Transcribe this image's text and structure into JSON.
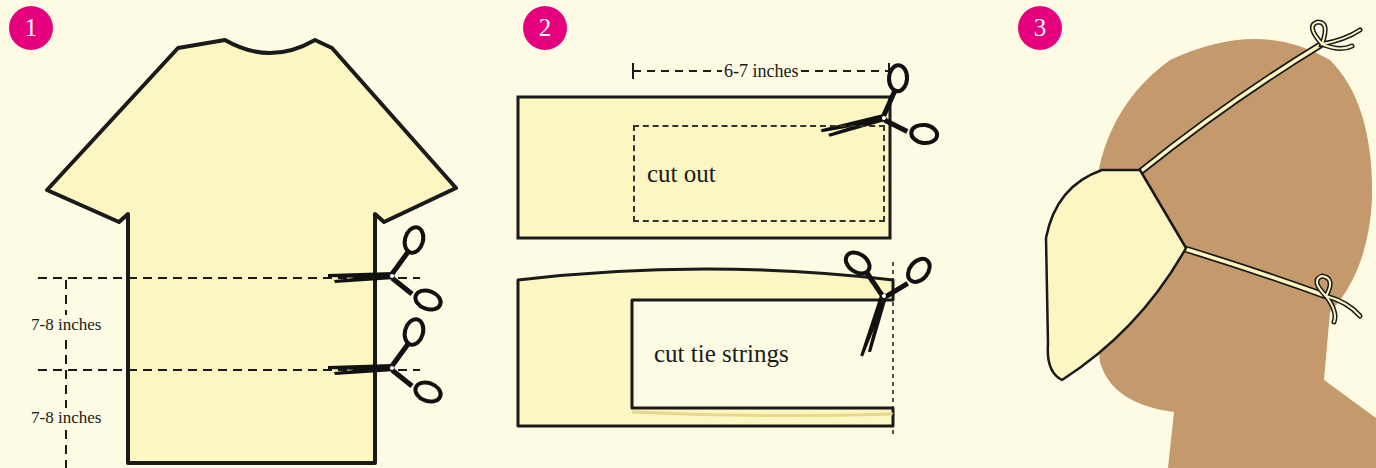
{
  "diagram": {
    "nodes": [
      {
        "text": [
          "1"
        ]
      },
      {
        "text": [
          "2"
        ]
      },
      {
        "text": [
          "cut out"
        ]
      },
      {
        "text": [
          "cut tie strings"
        ]
      },
      {
        "text": [
          "3"
        ]
      }
    ],
    "labels": [
      "7-8 inches",
      "7-8 inches",
      "6-7 inches"
    ]
  }
}
